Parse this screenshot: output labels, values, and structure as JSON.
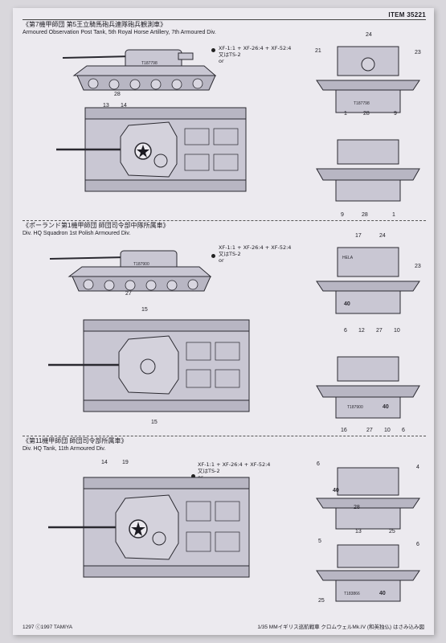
{
  "item_number": "ITEM 35221",
  "sections": [
    {
      "title_jp": "《第7機甲師団 第5王立騎馬砲兵連隊砲兵観測車》",
      "title_en": "Armoured Observation Post Tank, 5th Royal Horse Artillery, 7th Armoured Div.",
      "paint_note": [
        "XF-1:1 + XF-26:4 + XF-52:4",
        "又はTS-2",
        "or"
      ],
      "hull_marking": "T187798"
    },
    {
      "title_jp": "《ポーランド第1機甲師団 師団司令部中隊所属車》",
      "title_en": "Div. HQ Squadron 1st Polish Armoured Div.",
      "paint_note": [
        "XF-1:1 + XF-26:4 + XF-52:4",
        "又はTS-2",
        "or"
      ],
      "hull_marking": "T187900"
    },
    {
      "title_jp": "《第11機甲師団 師団司令部所属車》",
      "title_en": "Div. HQ Tank, 11th Armoured Div.",
      "paint_note": [
        "XF-1:1 + XF-26:4 + XF-52:4",
        "又はTS-2",
        "or"
      ],
      "hull_marking": "T183866"
    }
  ],
  "callouts": {
    "s1": [
      "13",
      "14",
      "28",
      "24",
      "21",
      "23",
      "1",
      "28",
      "9",
      "9",
      "28",
      "1"
    ],
    "s2": [
      "27",
      "15",
      "15",
      "17",
      "24",
      "23",
      "6",
      "12",
      "27",
      "10",
      "16",
      "27",
      "10",
      "6"
    ],
    "s3": [
      "14",
      "19",
      "6",
      "4",
      "28",
      "13",
      "25",
      "5",
      "6",
      "25"
    ]
  },
  "front_marks": {
    "s1_front": "T187798",
    "s2_front": "HELA",
    "s2_num": "40",
    "s2_rear": "T187900",
    "s2_rear_num": "40",
    "s3_num": "40",
    "s3_rear": "T183866",
    "s3_rear_num": "40"
  },
  "footer": {
    "left": "1297 ⓒ1997 TAMIYA",
    "right": "1/35 MMイギリス巡航戦車 クロムウェルMk.IV (和英独仏) はさみ込み図"
  },
  "colors": {
    "page": "#eceaef",
    "tank_fill": "#c9c7d3",
    "line": "#2a2930"
  }
}
